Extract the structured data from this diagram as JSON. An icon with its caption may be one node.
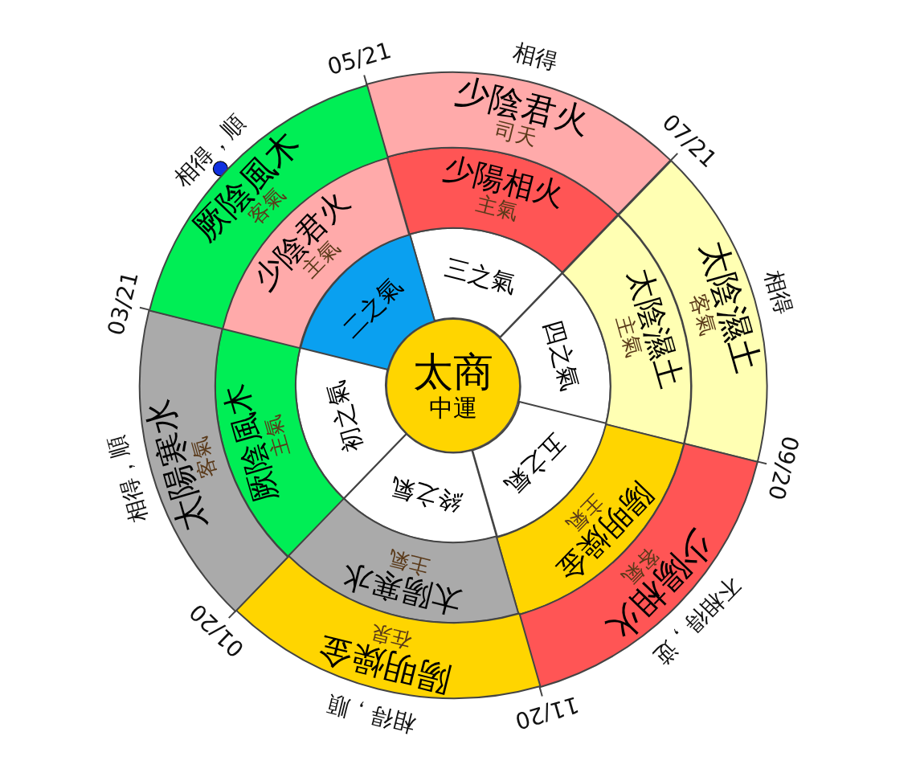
{
  "diagram": {
    "nodes": [
      {
        "text": [
          "太商",
          "中運"
        ]
      },
      {
        "text": [
          "三之氣"
        ]
      },
      {
        "text": [
          "四之氣"
        ]
      },
      {
        "text": [
          "五之氣"
        ]
      },
      {
        "text": [
          "終之氣"
        ]
      },
      {
        "text": [
          "初之氣"
        ]
      },
      {
        "text": [
          "二之氣"
        ]
      },
      {
        "text": [
          "少陽相火",
          "主氣"
        ]
      },
      {
        "text": [
          "太陰濕土",
          "主氣"
        ]
      },
      {
        "text": [
          "陽明燥金",
          "主氣"
        ]
      },
      {
        "text": [
          "太陽寒水",
          "主氣"
        ]
      },
      {
        "text": [
          "厥陰風木",
          "主氣"
        ]
      },
      {
        "text": [
          "少陰君火",
          "主氣"
        ]
      },
      {
        "text": [
          "少陰君火",
          "司天"
        ]
      },
      {
        "text": [
          "太陰濕土",
          "客氣"
        ]
      },
      {
        "text": [
          "少陽相火",
          "客氣"
        ]
      },
      {
        "text": [
          "陽明燥金",
          "在泉"
        ]
      },
      {
        "text": [
          "太陽寒水",
          "客氣"
        ]
      },
      {
        "text": [
          "厥陰風木",
          "客氣"
        ]
      }
    ],
    "labels": [
      "05/21",
      "07/21",
      "09/20",
      "11/20",
      "01/20",
      "03/21",
      "相得",
      "相得",
      "不相得，逆",
      "相得，順",
      "相得，順",
      "相得，順"
    ]
  }
}
